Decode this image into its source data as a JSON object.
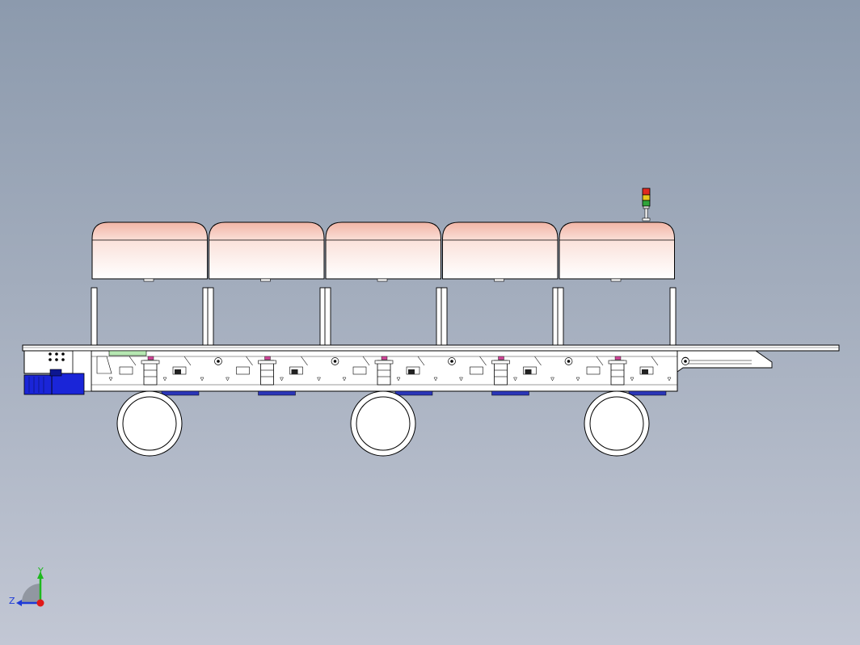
{
  "viewport": {
    "background_top": "#8c9aad",
    "background_bottom": "#c2c7d4"
  },
  "model": {
    "hood_count": 5,
    "frame_post_count": 10,
    "wheel_count": 3,
    "colors": {
      "line": "#000000",
      "body": "#ffffff",
      "hood_top": "#f2b5a6",
      "motor": "#1a25d8",
      "motor_dark": "#0d1690",
      "accent_blue": "#2a36b8",
      "green_plate": "#b6e8b2",
      "magenta": "#d2469a",
      "tower_red": "#e02a20",
      "tower_yellow": "#e6c81e",
      "tower_green": "#2fa43a"
    },
    "parts": [
      "hood",
      "signal-tower",
      "frame-post",
      "conveyor-rail",
      "drive-motor",
      "wheel",
      "cylinder"
    ]
  },
  "triad": {
    "y_label": "Y",
    "z_label": "Z",
    "y_color": "#1eb81e",
    "z_color": "#1e3ad8",
    "origin_color": "#e01818"
  }
}
